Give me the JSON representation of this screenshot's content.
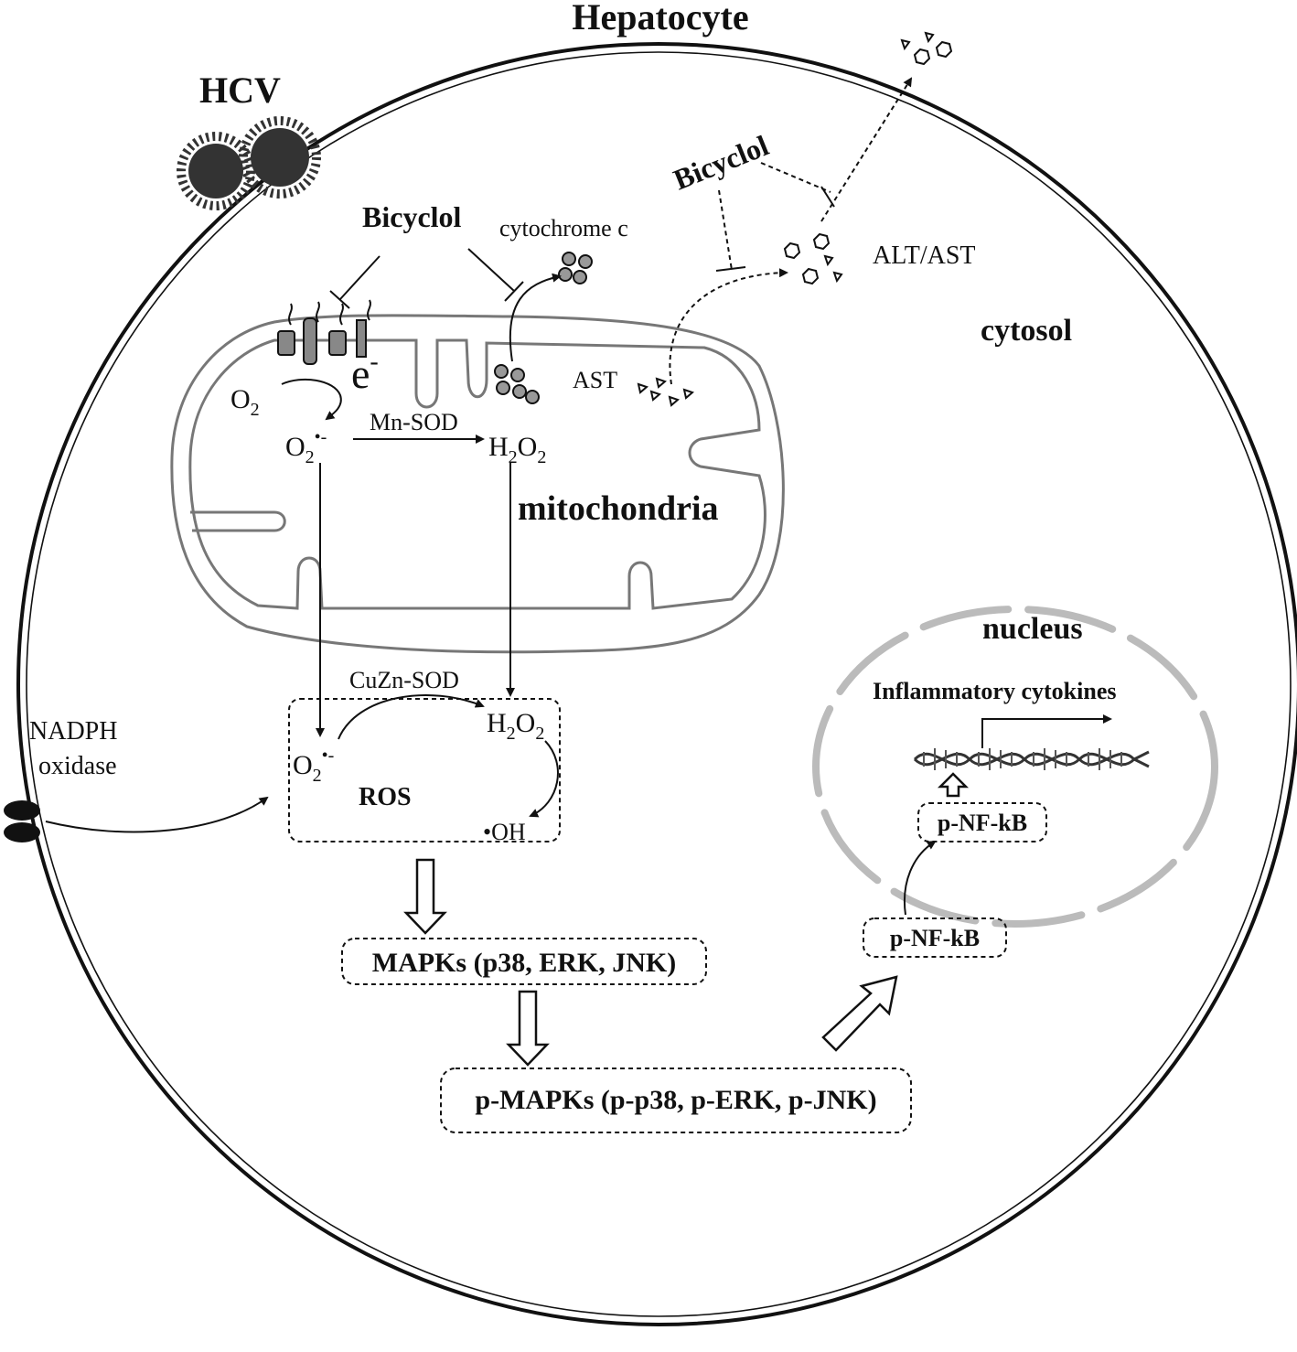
{
  "labels": {
    "hepatocyte": "Hepatocyte",
    "hcv": "HCV",
    "bicyclol_left": "Bicyclol",
    "bicyclol_right": "Bicyclol",
    "cytochrome_c": "cytochrome c",
    "alt_ast": "ALT/AST",
    "cytosol": "cytosol",
    "e_minus": "e",
    "e_sup": "-",
    "ast": "AST",
    "o2": "O",
    "o2_sub": "2",
    "superoxide": "O",
    "superoxide_sub": "2",
    "superoxide_sup": "•-",
    "mn_sod": "Mn-SOD",
    "h2o2_top": "H",
    "h2o2_top_mid": "2",
    "h2o2_top_end": "O",
    "h2o2_top_sub": "2",
    "mitochondria": "mitochondria",
    "cuzn_sod": "CuZn-SOD",
    "h2o2_ros": "H",
    "h2o2_ros_mid": "2",
    "h2o2_ros_end": "O",
    "h2o2_ros_sub": "2",
    "superoxide_ros": "O",
    "superoxide_ros_sub": "2",
    "superoxide_ros_sup": "•-",
    "ros": "ROS",
    "hydroxyl": "•OH",
    "nadph_line1": "NADPH",
    "nadph_line2": "oxidase",
    "nucleus": "nucleus",
    "inflammatory_cytokines": "Inflammatory cytokines",
    "p_nfkb_nucleus": "p-NF-kB",
    "p_nfkb_cytosol": "p-NF-kB",
    "mapks": "MAPKs (p38, ERK, JNK)",
    "p_mapks": "p-MAPKs (p-p38, p-ERK, p-JNK)"
  }
}
